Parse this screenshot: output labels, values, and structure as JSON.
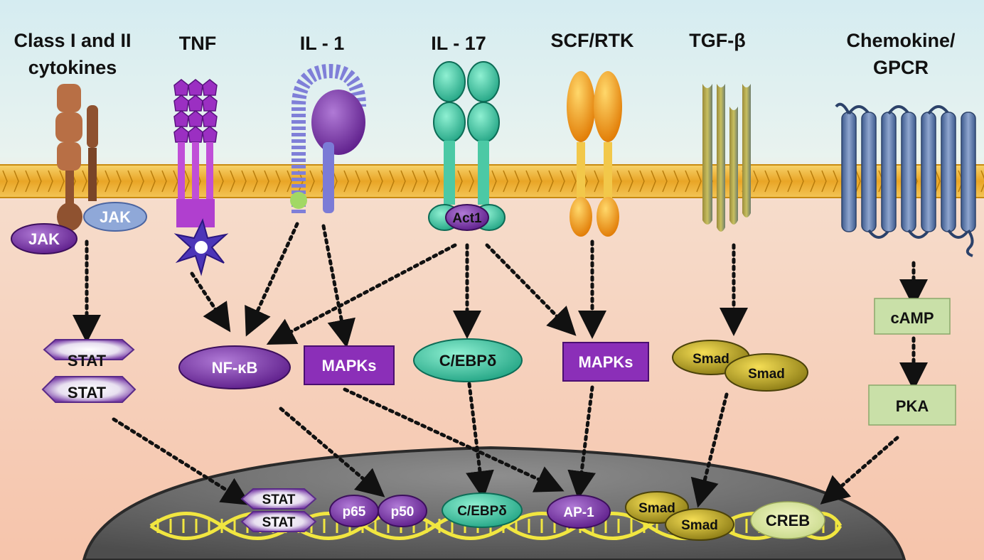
{
  "headers": {
    "class12_line1": "Class I and II",
    "class12_line2": "cytokines",
    "tnf": "TNF",
    "il1": "IL - 1",
    "il17": "IL - 17",
    "scf": "SCF/RTK",
    "tgf": "TGF-β",
    "chemokine_line1": "Chemokine/",
    "chemokine_line2": "GPCR"
  },
  "adaptors": {
    "jak_left": "JAK",
    "jak_right": "JAK",
    "act1": "Act1"
  },
  "cytoplasm": {
    "stat_top": "STAT",
    "stat_bottom": "STAT",
    "nfkb": "NF-κB",
    "mapks_il1": "MAPKs",
    "cebpd": "C/EBPδ",
    "mapks_scf": "MAPKs",
    "smad_top": "Smad",
    "smad_bottom": "Smad",
    "camp": "cAMP",
    "pka": "PKA"
  },
  "nucleus": {
    "stat_top": "STAT",
    "stat_bottom": "STAT",
    "p65": "p65",
    "p50": "p50",
    "cebpd": "C/EBPδ",
    "ap1": "AP-1",
    "smad_top": "Smad",
    "smad_bottom": "Smad",
    "creb": "CREB"
  },
  "colors": {
    "extracellular": "#dff0f3",
    "cytoplasm": "#f7c9b2",
    "membrane": "#f0b63d",
    "nucleus": "#6a6a6a",
    "purple": "#7a2fa6",
    "teal": "#3fc7a5",
    "olive": "#b7a32a",
    "green_box": "#c7dfa7"
  }
}
